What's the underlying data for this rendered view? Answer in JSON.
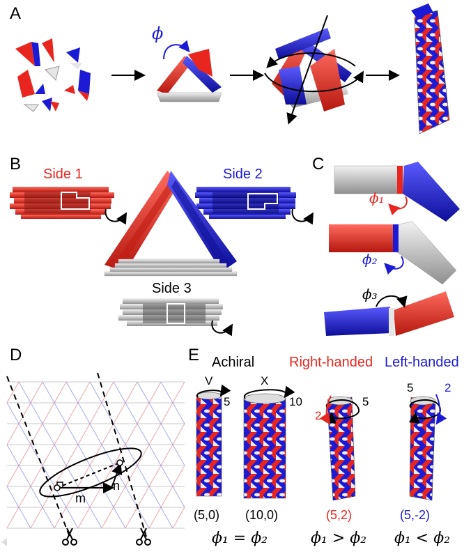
{
  "panels": {
    "a": "A",
    "b": "B",
    "c": "C",
    "d": "D",
    "e": "E"
  },
  "panel_a": {
    "phi": "ϕ"
  },
  "panel_b": {
    "side1": "Side 1",
    "side2": "Side 2",
    "side3": "Side 3"
  },
  "panel_c": {
    "phi1": "ϕ₁",
    "phi2": "ϕ₂",
    "phi3": "ϕ₃"
  },
  "panel_d": {
    "m": "m",
    "n": "n"
  },
  "panel_e": {
    "achiral": "Achiral",
    "right": "Right-handed",
    "left": "Left-handed",
    "tubes": [
      {
        "top": "V",
        "wind": "5",
        "index": "(5,0)"
      },
      {
        "top": "X",
        "wind": "10",
        "index": "(10,0)"
      },
      {
        "wind_a": "5",
        "wind_b": "2",
        "index": "(5,2)"
      },
      {
        "wind_a": "5",
        "wind_b": "2",
        "index": "(5,-2)"
      }
    ],
    "eq1": "ϕ₁ = ϕ₂",
    "eq2": "ϕ₁ > ϕ₂",
    "eq3": "ϕ₁ < ϕ₂"
  },
  "colors": {
    "red": "#e8261f",
    "blue": "#1b1bd6",
    "white": "#e6e6e6",
    "gray": "#9a9a9a",
    "black": "#000000"
  }
}
